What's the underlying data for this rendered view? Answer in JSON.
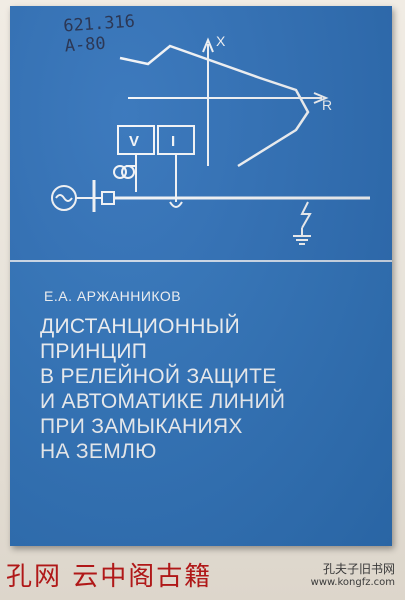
{
  "cover": {
    "shelf_mark": [
      "621.316",
      "A-80"
    ],
    "diagram": {
      "x_axis_label": "X",
      "r_axis_label": "R",
      "voltage_label": "V",
      "current_label": "I"
    },
    "author": "Е.А. АРЖАННИКОВ",
    "title_lines": [
      "ДИСТАНЦИОННЫЙ",
      "ПРИНЦИП",
      "В РЕЛЕЙНОЙ ЗАЩИТЕ",
      "И АВТОМАТИКЕ ЛИНИЙ",
      "ПРИ ЗАМЫКАНИЯХ",
      "НА ЗЕМЛЮ"
    ]
  },
  "watermark": {
    "left_text": "孔网 云中阁古籍",
    "right_text": "孔夫子旧书网",
    "right_url": "www.kongfz.com"
  },
  "colors": {
    "cover_blue": "#2d6fb8",
    "line_white": "#f3f5f8",
    "watermark_red": "#b01818"
  }
}
